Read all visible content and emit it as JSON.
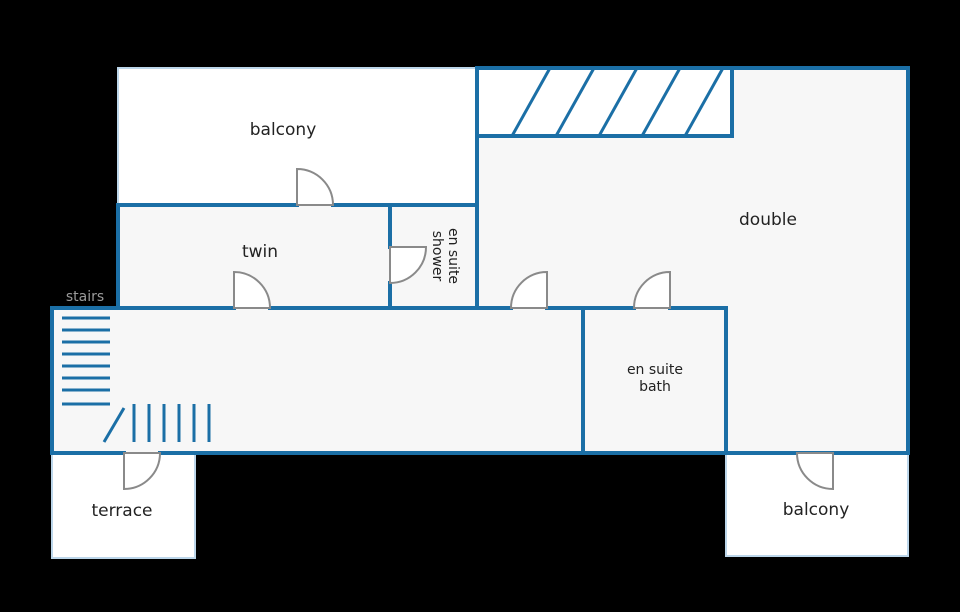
{
  "colors": {
    "background": "#000000",
    "wall": "#1b6fa6",
    "room_fill": "#f7f7f7",
    "outdoor_fill": "#ffffff",
    "outdoor_edge": "#bcd6ea",
    "door": "#8a8a8a",
    "label": "#222222",
    "stairs_label": "#9a9a9a"
  },
  "rooms": {
    "balcony_top": "balcony",
    "twin": "twin",
    "ensuite_shower_line1": "en suite",
    "ensuite_shower_line2": "shower",
    "double": "double",
    "stairs": "stairs",
    "ensuite_bath_line1": "en suite",
    "ensuite_bath_line2": "bath",
    "terrace": "terrace",
    "balcony_bottom": "balcony"
  }
}
